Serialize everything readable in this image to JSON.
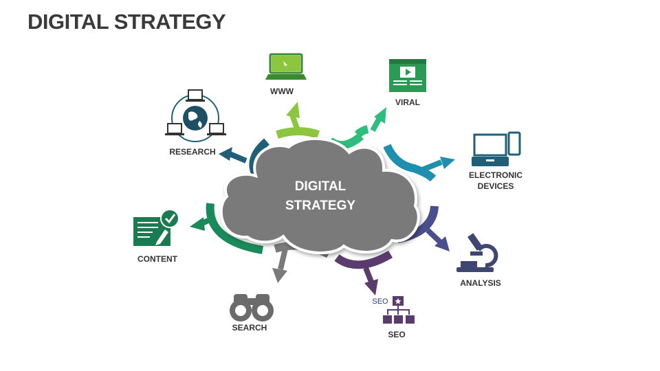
{
  "title": "DIGITAL STRATEGY",
  "center": {
    "line1": "DIGITAL",
    "line2": "STRATEGY"
  },
  "items": [
    {
      "key": "www",
      "label": "WWW",
      "color": "#8cc63f",
      "icon": "laptop-icon"
    },
    {
      "key": "viral",
      "label": "VIRAL",
      "color": "#2ebd7d",
      "icon": "video-screen-icon"
    },
    {
      "key": "electronic",
      "label": "ELECTRONIC\nDEVICES",
      "label_line1": "ELECTRONIC",
      "label_line2": "DEVICES",
      "color": "#1f8fb0",
      "icon": "devices-icon"
    },
    {
      "key": "analysis",
      "label": "ANALYSIS",
      "color": "#4b4e8c",
      "icon": "microscope-icon"
    },
    {
      "key": "seo",
      "label": "SEO",
      "color": "#5b3a6e",
      "icon": "sitemap-icon",
      "icon_text": "SEO"
    },
    {
      "key": "search",
      "label": "SEARCH",
      "color": "#7a7a7a",
      "icon": "binoculars-icon"
    },
    {
      "key": "content",
      "label": "CONTENT",
      "color": "#1a8a5a",
      "icon": "document-edit-icon"
    },
    {
      "key": "research",
      "label": "RESEARCH",
      "color": "#1f5f78",
      "icon": "network-globe-icon"
    }
  ],
  "colors": {
    "cloud": "#7a7a7a",
    "title": "#3a3a3a"
  }
}
